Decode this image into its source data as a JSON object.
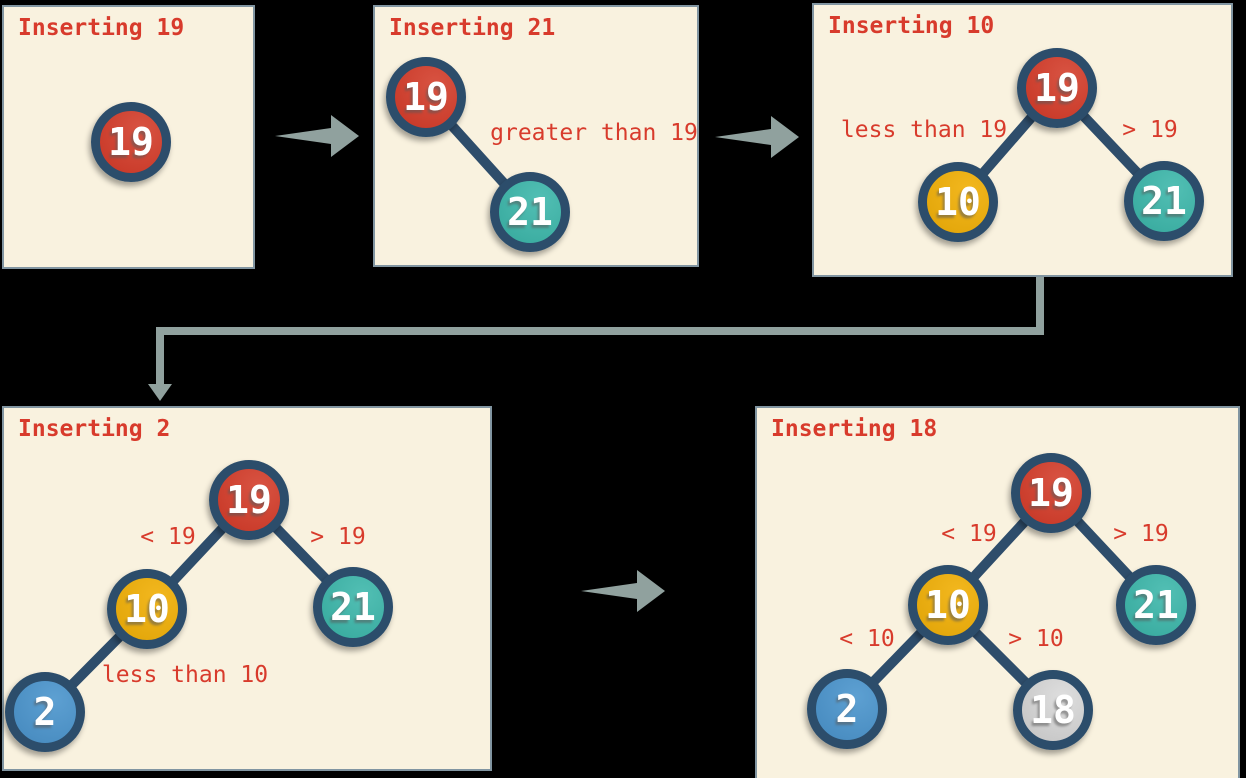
{
  "diagram": {
    "type": "binary-search-tree-insertion-steps",
    "colors": {
      "panel_background": "#f9f2df",
      "panel_border": "#8195a1",
      "page_background": "#000000",
      "text_red": "#d83b2c",
      "node_ring_navy": "#2c4d6b",
      "edge_navy": "#2e4d6b",
      "flow_arrow_gray": "#90a19e",
      "node_red": "#c93a28",
      "node_teal": "#3fb3a7",
      "node_yellow": "#e8aa0e",
      "node_blue": "#4f94c8",
      "node_gray": "#cfcfcf"
    }
  },
  "panels": [
    {
      "title": "Inserting 19",
      "nodes": [
        {
          "value": "19",
          "color": "red"
        }
      ],
      "edges": [],
      "labels": []
    },
    {
      "title": "Inserting 21",
      "nodes": [
        {
          "value": "19",
          "color": "red"
        },
        {
          "value": "21",
          "color": "teal"
        }
      ],
      "edges": [
        {
          "from": "19",
          "to": "21"
        }
      ],
      "labels": [
        {
          "text": "greater than 19"
        }
      ]
    },
    {
      "title": "Inserting 10",
      "nodes": [
        {
          "value": "19",
          "color": "red"
        },
        {
          "value": "10",
          "color": "yellow"
        },
        {
          "value": "21",
          "color": "teal"
        }
      ],
      "edges": [
        {
          "from": "19",
          "to": "10"
        },
        {
          "from": "19",
          "to": "21"
        }
      ],
      "labels": [
        {
          "text": "less than 19"
        },
        {
          "text": "> 19"
        }
      ]
    },
    {
      "title": "Inserting 2",
      "nodes": [
        {
          "value": "19",
          "color": "red"
        },
        {
          "value": "10",
          "color": "yellow"
        },
        {
          "value": "21",
          "color": "teal"
        },
        {
          "value": "2",
          "color": "blue"
        }
      ],
      "edges": [
        {
          "from": "19",
          "to": "10"
        },
        {
          "from": "19",
          "to": "21"
        },
        {
          "from": "10",
          "to": "2"
        }
      ],
      "labels": [
        {
          "text": "< 19"
        },
        {
          "text": "> 19"
        },
        {
          "text": "less than 10"
        }
      ]
    },
    {
      "title": "Inserting 18",
      "nodes": [
        {
          "value": "19",
          "color": "red"
        },
        {
          "value": "10",
          "color": "yellow"
        },
        {
          "value": "21",
          "color": "teal"
        },
        {
          "value": "2",
          "color": "blue"
        },
        {
          "value": "18",
          "color": "gray"
        }
      ],
      "edges": [
        {
          "from": "19",
          "to": "10"
        },
        {
          "from": "19",
          "to": "21"
        },
        {
          "from": "10",
          "to": "2"
        },
        {
          "from": "10",
          "to": "18"
        }
      ],
      "labels": [
        {
          "text": "< 19"
        },
        {
          "text": "> 19"
        },
        {
          "text": "< 10"
        },
        {
          "text": "> 10"
        }
      ]
    }
  ],
  "flow_arrows": [
    {
      "name": "step1-to-step2",
      "shape": "right-arrow-icon"
    },
    {
      "name": "step2-to-step3",
      "shape": "right-arrow-icon"
    },
    {
      "name": "step3-to-step4",
      "shape": "elbow-down-arrow-icon"
    },
    {
      "name": "step4-to-step5",
      "shape": "right-arrow-icon"
    }
  ]
}
